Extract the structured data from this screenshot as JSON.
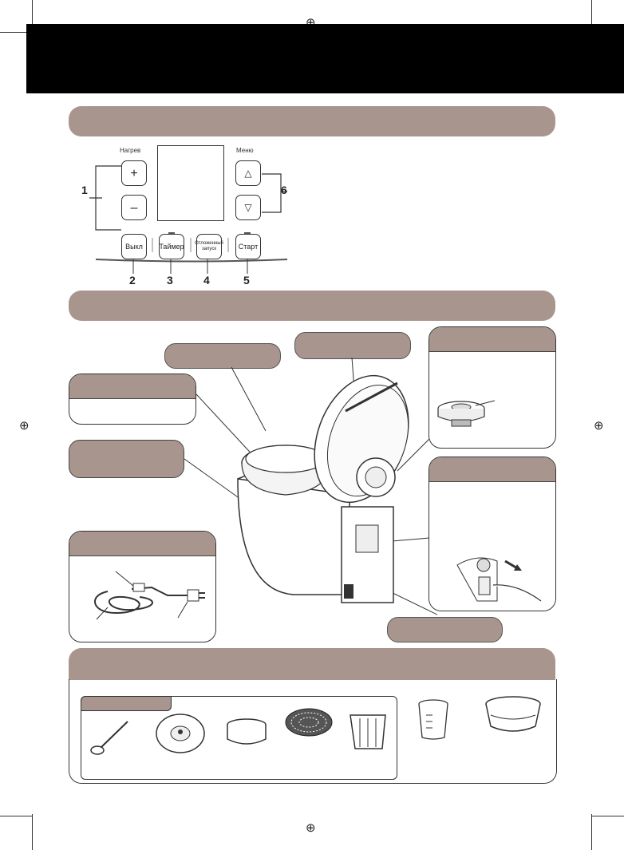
{
  "control_panel": {
    "labels": {
      "heat": "Нагрев",
      "menu": "Меню"
    },
    "buttons": {
      "plus": "+",
      "minus": "–",
      "up": "△",
      "down": "▽",
      "off": "Выкл",
      "timer": "Таймер",
      "keep_warm": "Отложенный\nзапуск",
      "start": "Старт"
    },
    "callouts": [
      "1",
      "2",
      "3",
      "4",
      "5",
      "6"
    ]
  },
  "page": {
    "registration_mark": "⊕"
  },
  "colors": {
    "header_band": "#a8968e",
    "banner": "#000000"
  }
}
